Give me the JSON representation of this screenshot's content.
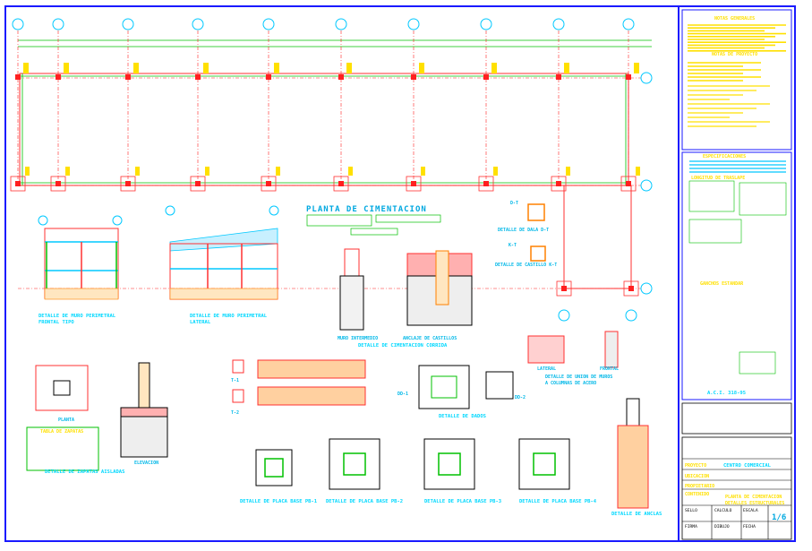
{
  "plan": {
    "title": "PLANTA DE CIMENTACION",
    "page": "1/6"
  },
  "details": {
    "muro_frontal": "DETALLE DE MURO PERIMETRAL\nFRONTAL TIPO",
    "muro_lateral": "DETALLE DE MURO PERIMETRAL\nLATERAL",
    "cimentacion": "DETALLE DE CIMENTACION CORRIDA",
    "muro_intermedio": "MURO INTERMEDIO",
    "anclaje": "ANCLAJE DE CASTILLOS",
    "dala": "DETALLE DE DALA D-T",
    "castillo": "DETALLE DE CASTILLO K-T",
    "union": "DETALLE DE UNION DE MUROS\nA COLUMNAS DE ACERO",
    "lateral": "LATERAL",
    "frontal": "FRONTAL",
    "planta": "PLANTA",
    "elevacion": "ELEVACION",
    "zapatas": "DETALLE DE ZAPATAS AISLADAS",
    "tabla_zapatas": "TABLA DE ZAPATAS",
    "dados": "DETALLE DE DADOS",
    "anclas": "DETALLE DE ANCLAS",
    "placa1": "DETALLE DE PLACA BASE PB-1",
    "placa2": "DETALLE DE PLACA BASE PB-2",
    "placa3": "DETALLE DE PLACA BASE PB-3",
    "placa4": "DETALLE DE PLACA BASE PB-4",
    "dd1": "DD-1",
    "dd2": "DD-2",
    "dt": "D-T",
    "kt": "K-T",
    "t1": "T-1",
    "t2": "T-2"
  },
  "notes": {
    "generales": "NOTAS GENERALES",
    "proyecto": "NOTAS DE PROYECTO",
    "especificaciones": "ESPECIFICACIONES",
    "acero": "A.C.I. 318-95",
    "longitud": "LONGITUD DE TRASLAPE",
    "ganchos": "GANCHOS ESTANDAR"
  },
  "title_block": {
    "proyecto_label": "PROYECTO",
    "proyecto_value": "CENTRO COMERCIAL",
    "ubicacion_label": "UBICACION",
    "propietario_label": "PROPIETARIO",
    "contenido_label": "CONTENIDO",
    "contenido_value": "PLANTA DE CIMENTACION\nDETALLES ESTRUCTURALES",
    "sello_label": "SELLO",
    "calculo_label": "CALCULO",
    "escala_label": "ESCALA",
    "fecha_label": "FECHA",
    "dibujo_label": "DIBUJO",
    "firma_label": "FIRMA"
  },
  "colors": {
    "frame": "#1a1aff",
    "grid": "#ff2020",
    "dim": "#00c000",
    "text": "#00d8ff",
    "note": "#ffe000",
    "brick": "#ff3030"
  }
}
